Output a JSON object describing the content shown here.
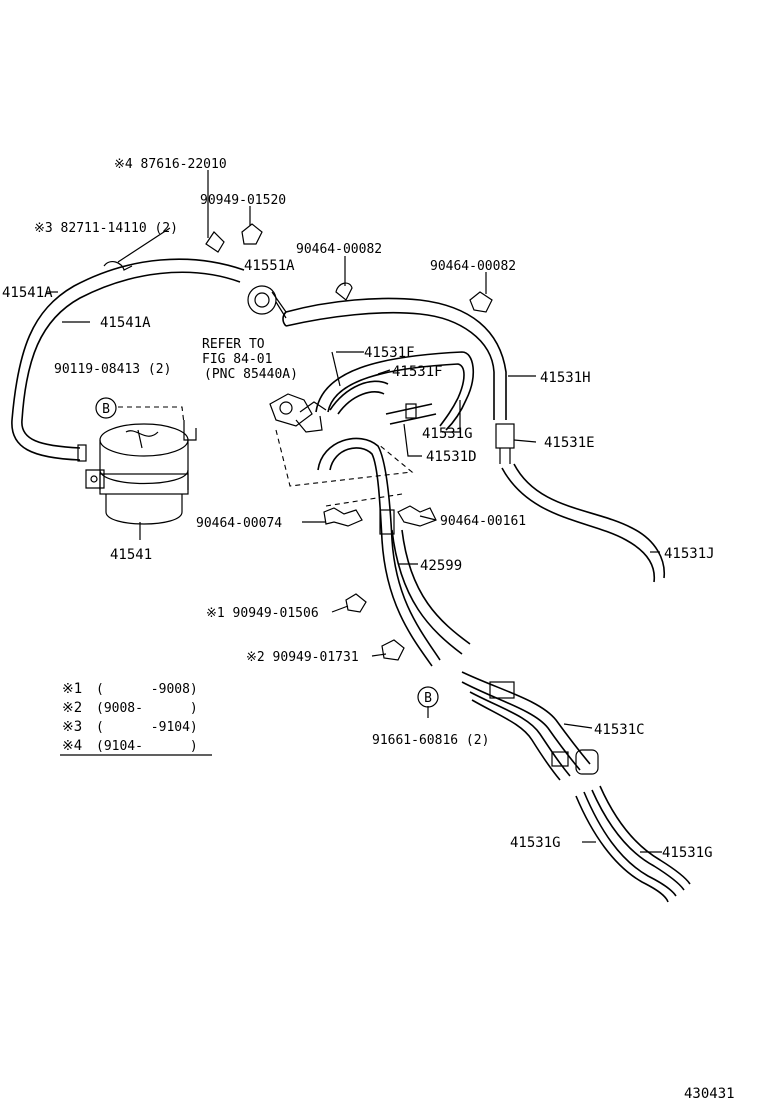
{
  "diagram_id": "430431",
  "parts": {
    "p87616": "※4 87616-22010",
    "p90949_01520": "90949-01520",
    "p82711": "※3 82711-14110 (2)",
    "p41551A": "41551A",
    "p90464_00082_a": "90464-00082",
    "p90464_00082_b": "90464-00082",
    "p41541A_a": "41541A",
    "p41541A_b": "41541A",
    "p90119": "90119-08413 (2)",
    "p41531F_a": "41531F",
    "p41531F_b": "41531F",
    "p41531H": "41531H",
    "p41531G_a": "41531G",
    "p41531E": "41531E",
    "p41531D": "41531D",
    "p41541": "41541",
    "p90464_00074": "90464-00074",
    "p90464_00161": "90464-00161",
    "p41531J": "41531J",
    "p42599": "42599",
    "p90949_01506": "※1 90949-01506",
    "p90949_01731": "※2 90949-01731",
    "p91661": "91661-60816 (2)",
    "p41531C": "41531C",
    "p41531G_b": "41531G",
    "p41531G_c": "41531G"
  },
  "refer": {
    "line1": "REFER TO",
    "line2": "FIG 84-01",
    "line3": "(PNC 85440A)"
  },
  "callout_b": "B",
  "legend": [
    {
      "mark": "※1",
      "range": "(      -9008)"
    },
    {
      "mark": "※2",
      "range": "(9008-      )"
    },
    {
      "mark": "※3",
      "range": "(      -9104)"
    },
    {
      "mark": "※4",
      "range": "(9104-      )"
    }
  ]
}
